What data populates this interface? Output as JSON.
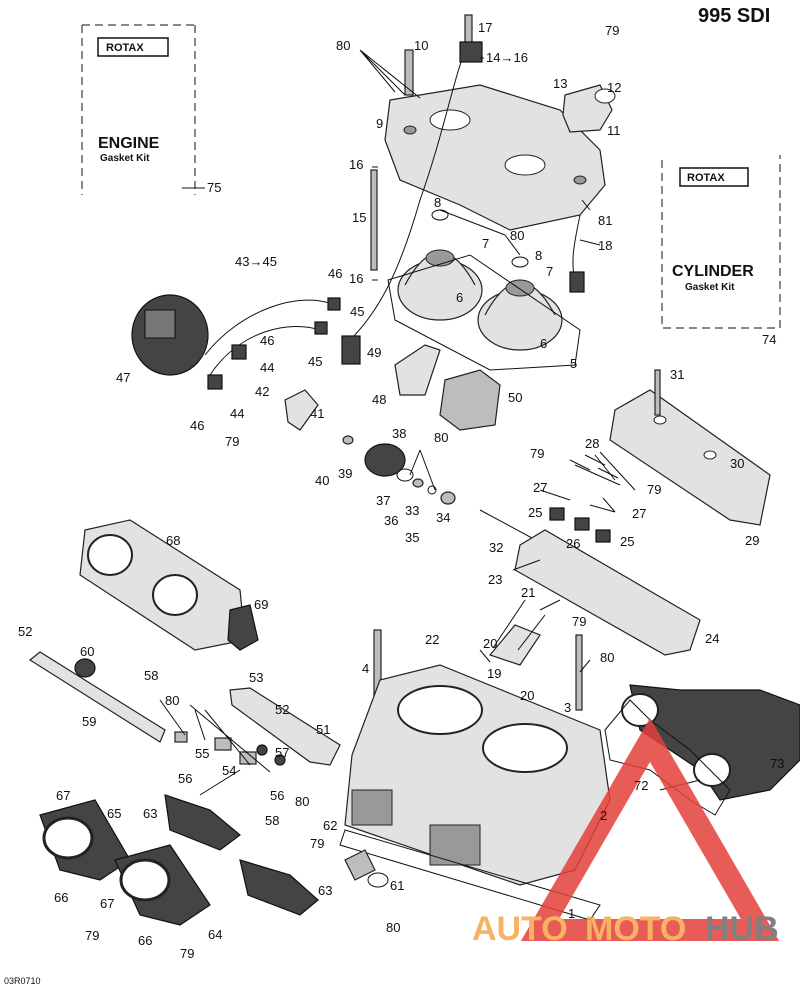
{
  "title": "995 SDI",
  "diagram_code": "03R0710",
  "kits": [
    {
      "logo": "ROTAX",
      "name": "ENGINE",
      "sub": "Gasket Kit",
      "ref": "75"
    },
    {
      "logo": "ROTAX",
      "name": "CYLINDER",
      "sub": "Gasket Kit",
      "ref": "74"
    }
  ],
  "callouts": {
    "c17": "17",
    "c80a": "80",
    "c10": "10",
    "c14": "14→16",
    "c79a": "79",
    "c13": "13",
    "c12": "12",
    "c11": "11",
    "c9": "9",
    "c16a": "16",
    "c8a": "8",
    "c80b": "80",
    "c81": "81",
    "c15": "15",
    "c7a": "7",
    "c8b": "8",
    "c18": "18",
    "c7b": "7",
    "c16b": "16",
    "c43": "43→45",
    "c46a": "46",
    "c6a": "6",
    "c45a": "45",
    "c47": "47",
    "c46b": "46",
    "c45b": "45",
    "c49": "49",
    "c6b": "6",
    "c5": "5",
    "c44a": "44",
    "c42": "42",
    "c48": "48",
    "c50": "50",
    "c31": "31",
    "c44b": "44",
    "c41": "41",
    "c46c": "46",
    "c79b": "79",
    "c38": "38",
    "c80c": "80",
    "c28": "28",
    "c79c": "79",
    "c30": "30",
    "c40": "40",
    "c39": "39",
    "c27a": "27",
    "c79d": "79",
    "c37": "37",
    "c33": "33",
    "c36": "36",
    "c34": "34",
    "c35": "35",
    "c25a": "25",
    "c27b": "27",
    "c26": "26",
    "c25b": "25",
    "c29": "29",
    "c68": "68",
    "c32": "32",
    "c23": "23",
    "c69": "69",
    "c21": "21",
    "c79e": "79",
    "c24": "24",
    "c52a": "52",
    "c60": "60",
    "c22": "22",
    "c20a": "20",
    "c4": "4",
    "c80d": "80",
    "c19": "19",
    "c58a": "58",
    "c53": "53",
    "c59": "59",
    "c80e": "80",
    "c52b": "52",
    "c20b": "20",
    "c3": "3",
    "c51": "51",
    "c55": "55",
    "c57": "57",
    "c54": "54",
    "c56a": "56",
    "c56b": "56",
    "c73": "73",
    "c80f": "80",
    "c72": "72",
    "c58b": "58",
    "c67a": "67",
    "c65": "65",
    "c63a": "63",
    "c2": "2",
    "c62": "62",
    "c79f": "79",
    "c61": "61",
    "c67b": "67",
    "c63b": "63",
    "c66a": "66",
    "c79g": "79",
    "c1": "1",
    "c80g": "80",
    "c64": "64",
    "c66b": "66",
    "c79h": "79"
  },
  "watermark": {
    "part1": "AUTO",
    "part2": "MOTO",
    "part3": "HUB"
  },
  "colors": {
    "watermark_red": "#e4403a",
    "watermark_orange": "#f6a54a",
    "watermark_grey": "#6b6b6b"
  }
}
